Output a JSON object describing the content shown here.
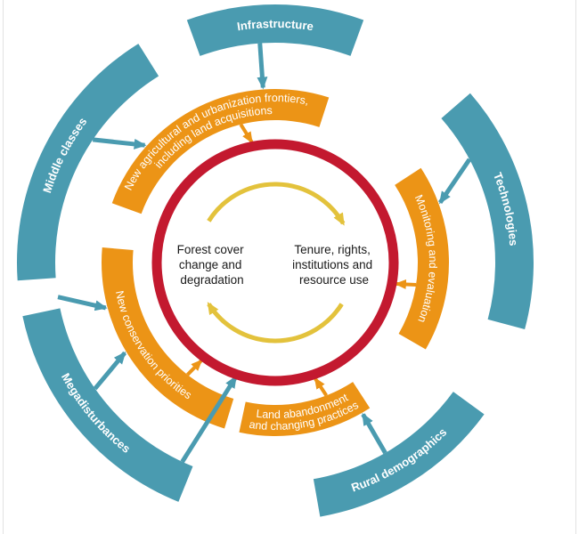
{
  "colors": {
    "outer": "#4a9bb0",
    "middle": "#ec9416",
    "ring": "#c3192f",
    "cycle": "#e3c23c",
    "label_text": "#ffffff",
    "core_text": "#1a1a1a"
  },
  "outer_ring": {
    "drivers": [
      {
        "label": "Infrastructure",
        "center_deg": 0,
        "span_deg": 40
      },
      {
        "label": "Technologies",
        "center_deg": 77,
        "span_deg": 56
      },
      {
        "label": "Rural demographics",
        "center_deg": 148,
        "span_deg": 44
      },
      {
        "label": "Megadisturbances",
        "center_deg": 230,
        "span_deg": 56
      },
      {
        "label": "Middle classes",
        "center_deg": 297,
        "span_deg": 62
      }
    ]
  },
  "middle_ring": {
    "segments": [
      {
        "lines": [
          "New agricultural and urbanization frontiers,",
          "including land acquisitions"
        ],
        "start_deg": 290,
        "end_deg": 18
      },
      {
        "lines": [
          "Monitoring and evaluation"
        ],
        "start_deg": 57,
        "end_deg": 120
      },
      {
        "lines": [
          "Land abandonment",
          "and changing practices"
        ],
        "start_deg": 147,
        "end_deg": 192
      },
      {
        "lines": [
          "New conservation priorities"
        ],
        "start_deg": 197,
        "end_deg": 275
      }
    ]
  },
  "core": {
    "left": [
      "Forest cover",
      "change and",
      "degradation"
    ],
    "right": [
      "Tenure, rights,",
      "institutions and",
      "resource use"
    ]
  }
}
